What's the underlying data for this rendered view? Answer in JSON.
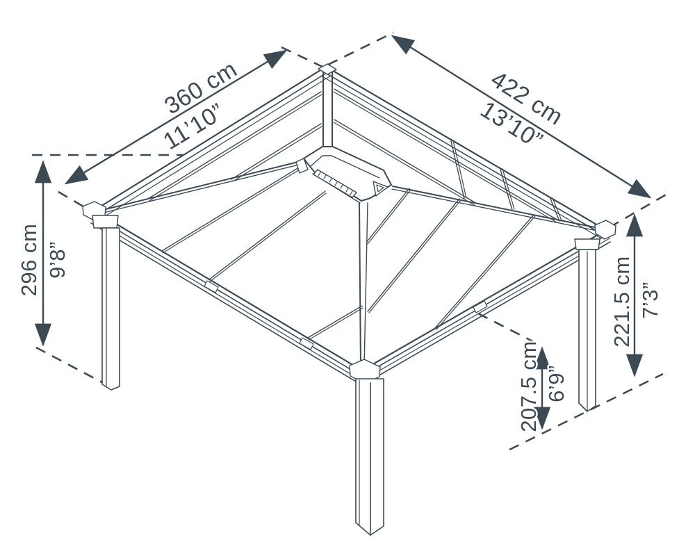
{
  "diagram": {
    "subject": "gazebo isometric dimension drawing",
    "line_color": "#3c4a54",
    "background_color": "#ffffff",
    "dimensions": {
      "roof_left_edge": {
        "metric": "360 cm",
        "imperial": "11’10”"
      },
      "roof_right_edge": {
        "metric": "422 cm",
        "imperial": "13’10”"
      },
      "total_height": {
        "metric": "296 cm",
        "imperial": "9’8”"
      },
      "corner_height": {
        "metric": "221.5 cm",
        "imperial": "7’3”"
      },
      "eave_clearance": {
        "metric": "207.5 cm",
        "imperial": "6’9”"
      }
    }
  }
}
